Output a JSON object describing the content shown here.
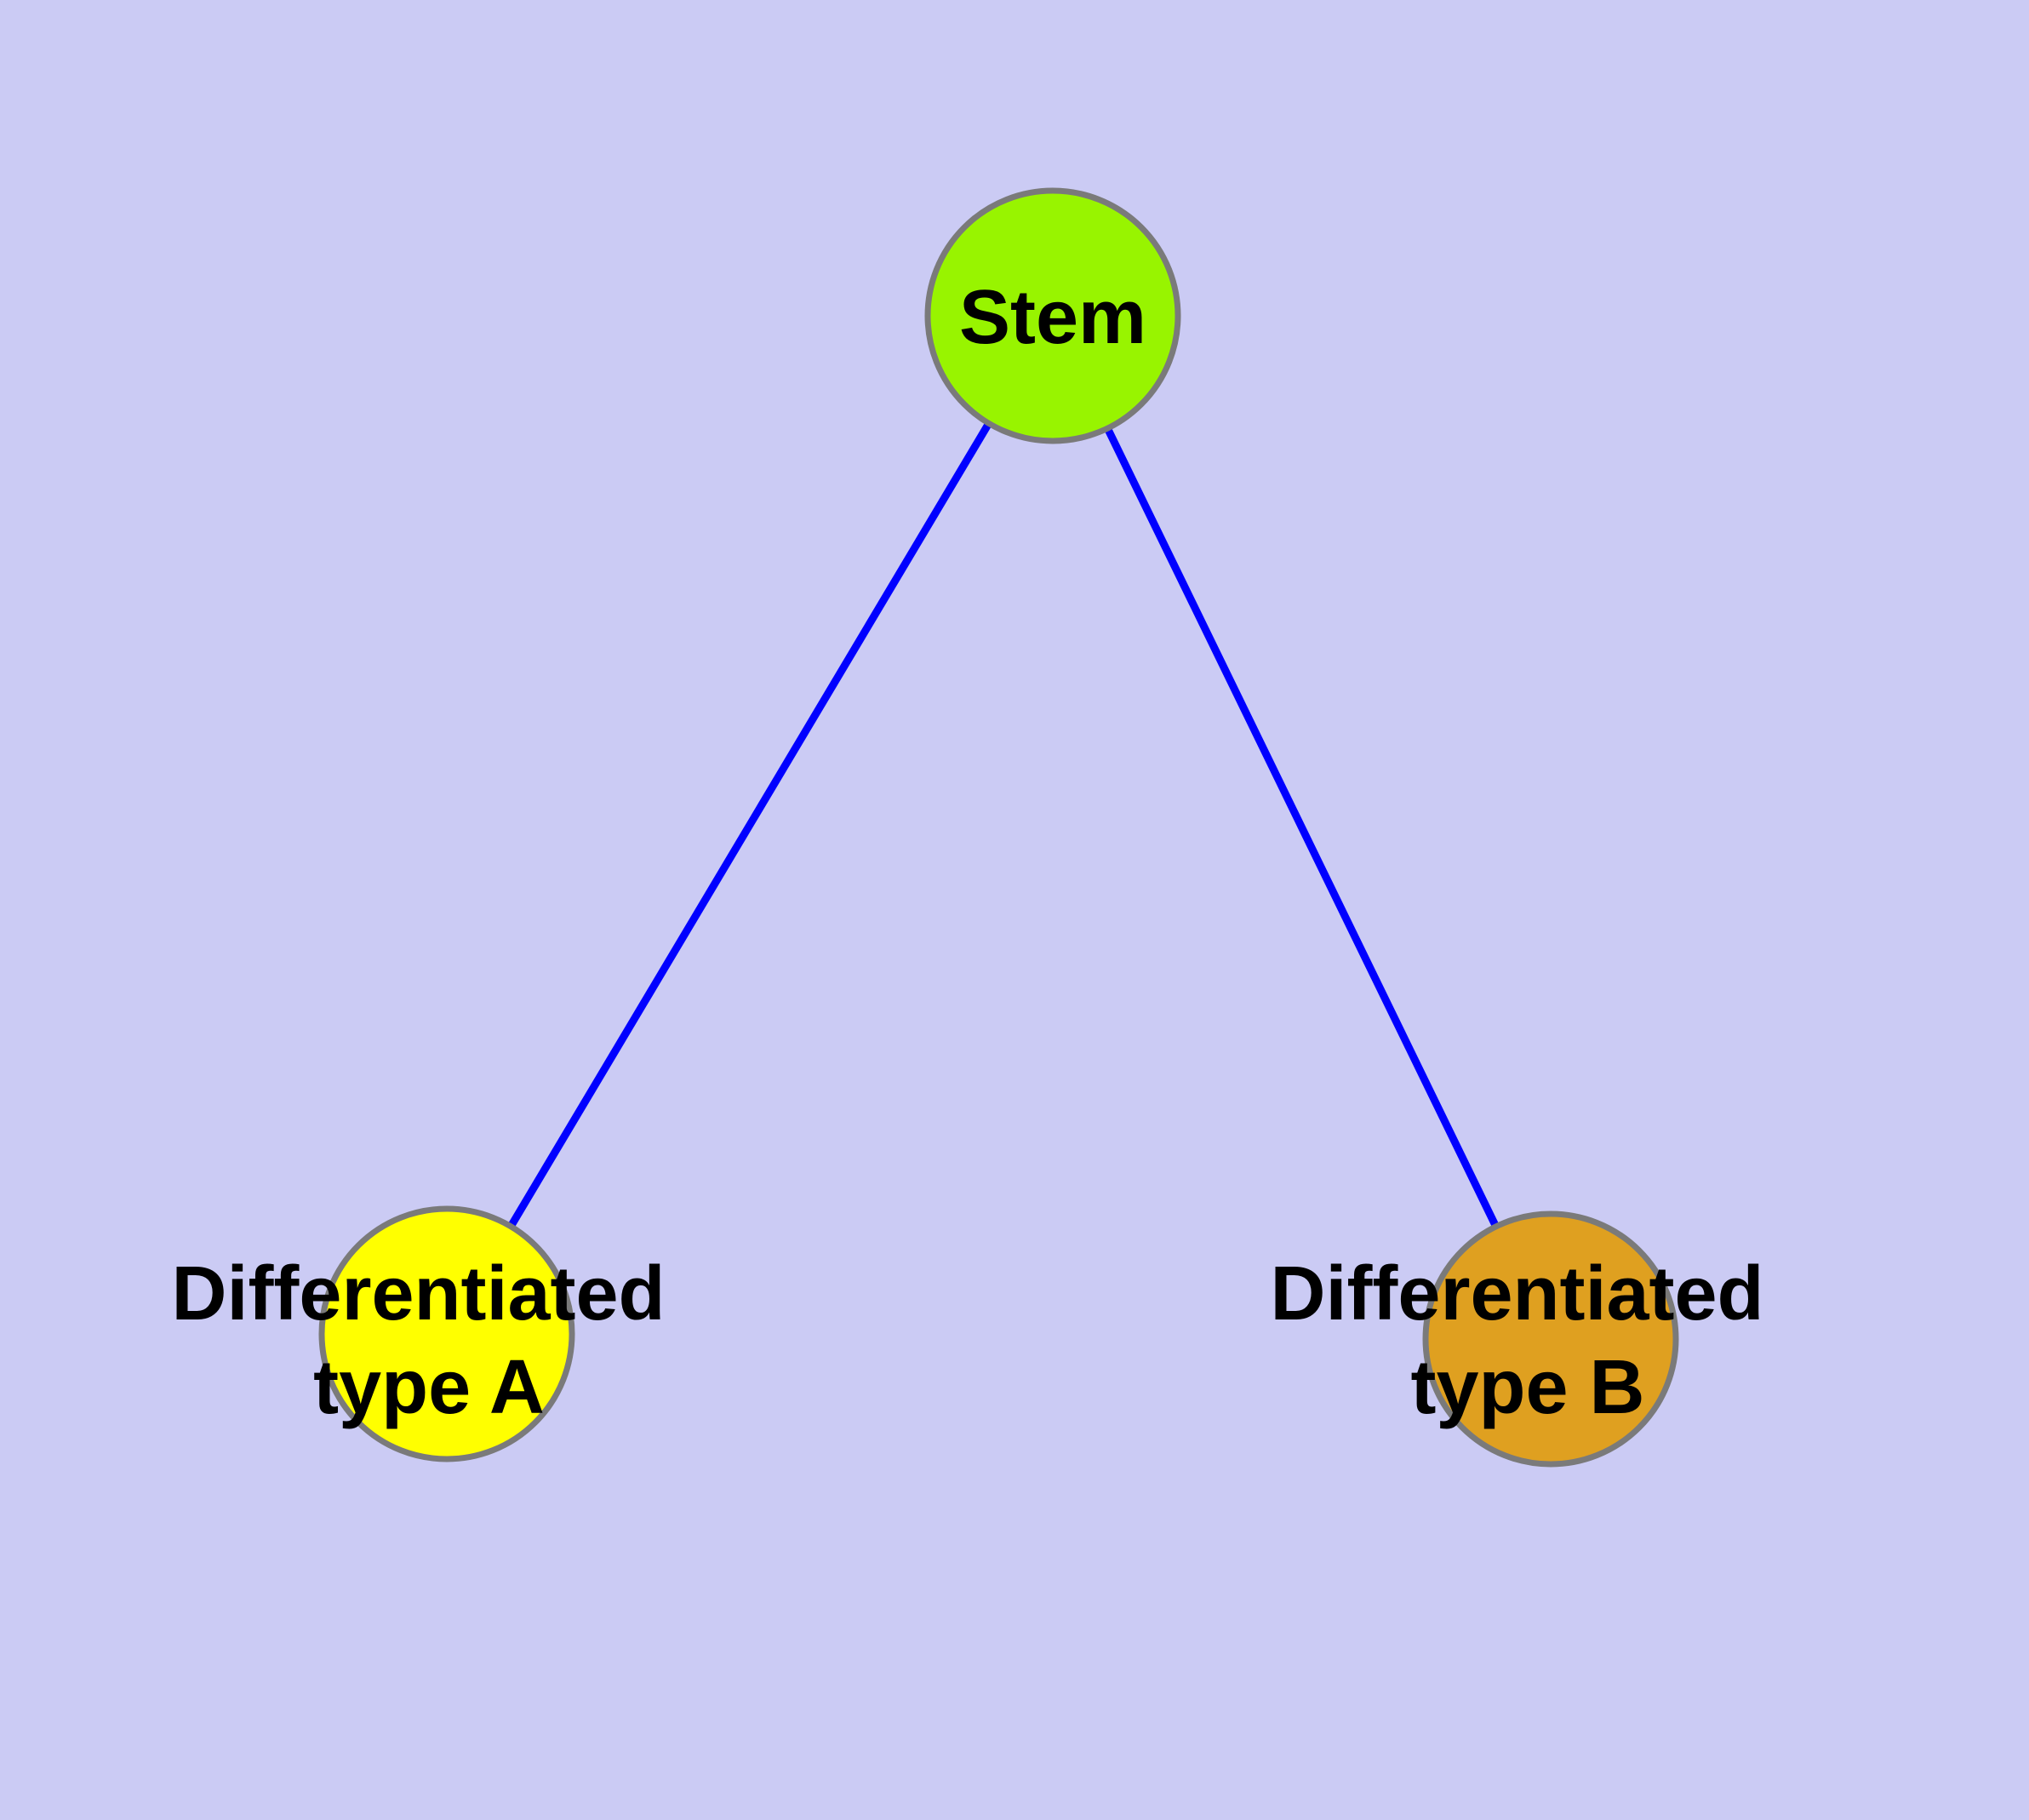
{
  "diagram": {
    "type": "graph",
    "colors": {
      "background": "#CBCBF4",
      "edge": "#0000FF",
      "node_border": "#7A7A7A",
      "label_text": "#000000",
      "stem_fill": "#98F400",
      "type_a_fill": "#FFFF00",
      "type_b_fill": "#DFA020"
    },
    "nodes": {
      "stem": {
        "label": "Stem",
        "color": "#98F400"
      },
      "type_a": {
        "label": "Differentiated type A",
        "label_line1": "Differentiated",
        "label_line2": "type A",
        "color": "#FFFF00"
      },
      "type_b": {
        "label": "Differentiated type B",
        "label_line1": "Differentiated",
        "label_line2": "type B",
        "color": "#DFA020"
      }
    },
    "edges": [
      {
        "from": "Stem",
        "to": "Differentiated type A"
      },
      {
        "from": "Stem",
        "to": "Differentiated type B"
      }
    ]
  }
}
